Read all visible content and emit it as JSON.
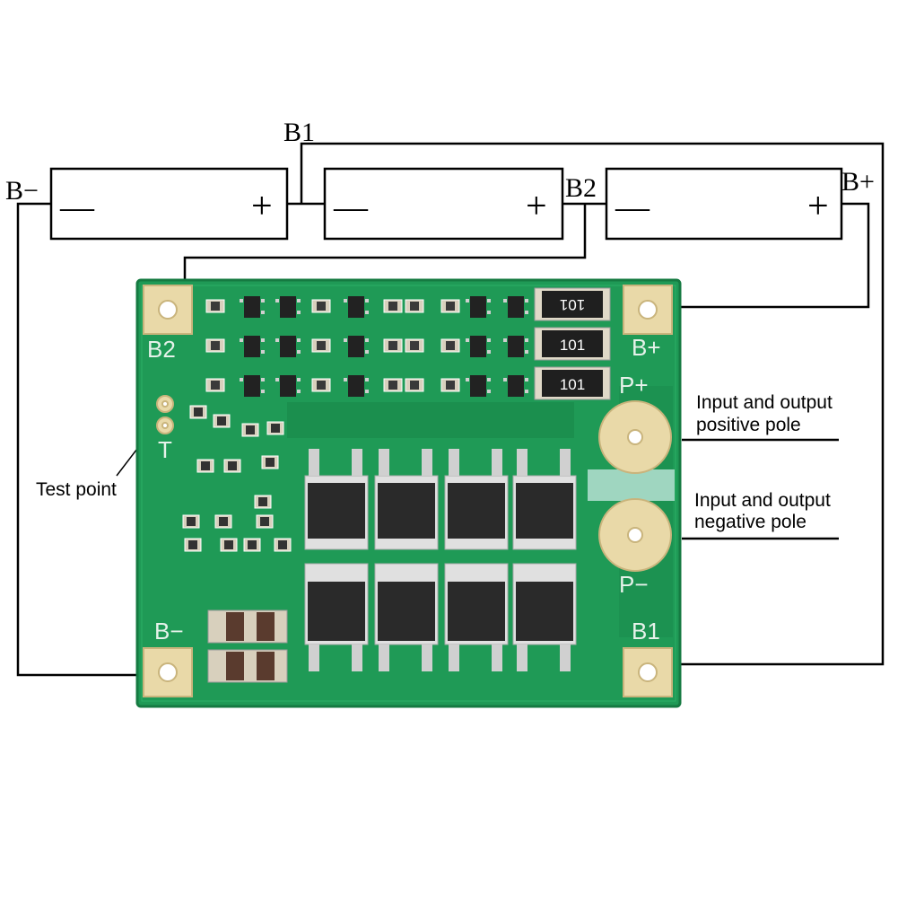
{
  "batteries": [
    {
      "minus": "—",
      "plus": "+"
    },
    {
      "minus": "—",
      "plus": "+"
    },
    {
      "minus": "—",
      "plus": "+"
    }
  ],
  "wire_labels": {
    "b_minus": "B−",
    "b1": "B1",
    "b2": "B2",
    "b_plus": "B+"
  },
  "board_labels": {
    "b2": "B2",
    "b_plus": "B+",
    "p_plus": "P+",
    "t": "T",
    "p_minus": "P−",
    "b_minus": "B−",
    "b1": "B1"
  },
  "resistor_code": "101",
  "annotations": {
    "positive_line1": "Input and output",
    "positive_line2": "positive pole",
    "negative_line1": "Input and output",
    "negative_line2": "negative pole",
    "test_point": "Test point"
  },
  "colors": {
    "pcb": "#1f9a56",
    "pcb_dark": "#157a41",
    "pad": "#e9d9a8",
    "mosfet": "#2a2a2a",
    "wire": "#000000"
  }
}
